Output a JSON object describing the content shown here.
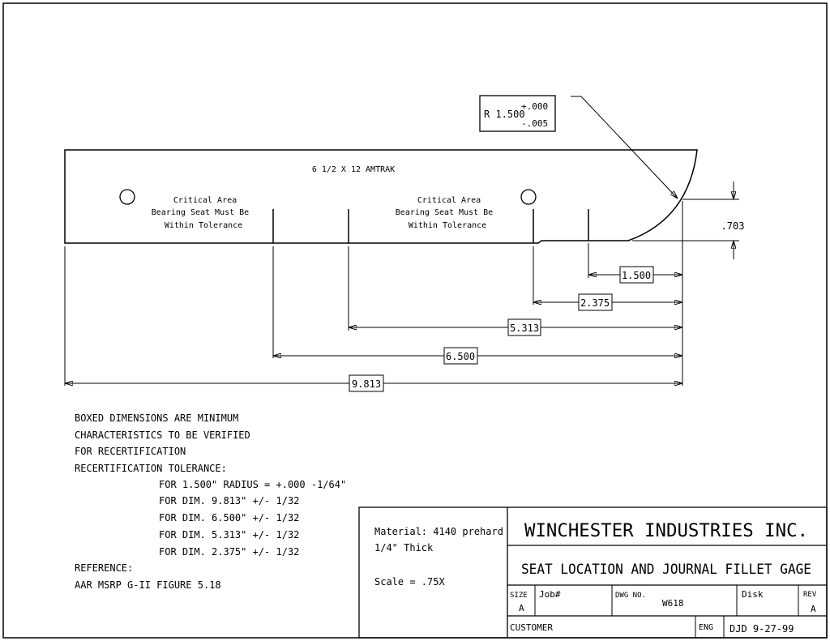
{
  "part": {
    "label": "6 1/2 X 12  AMTRAK",
    "radius_callout": {
      "base": "R 1.500",
      "plus": "+.000",
      "minus": "-.005"
    },
    "critical_area_left": [
      "Critical Area",
      "Bearing Seat Must Be",
      "Within Tolerance"
    ],
    "critical_area_right": [
      "Critical Area",
      "Bearing Seat Must Be",
      "Within Tolerance"
    ],
    "height_dim": ".703"
  },
  "dimensions": [
    "1.500",
    "2.375",
    "5.313",
    "6.500",
    "9.813"
  ],
  "notes": {
    "lines": [
      "BOXED DIMENSIONS ARE MINIMUM",
      "CHARACTERISTICS TO BE VERIFIED",
      "FOR RECERTIFICATION",
      "RECERTIFICATION TOLERANCE:"
    ],
    "tolerances": [
      "FOR 1.500\" RADIUS = +.000 -1/64\"",
      "FOR DIM. 9.813\"  +/- 1/32",
      "FOR DIM. 6.500\"  +/- 1/32",
      "FOR DIM. 5.313\"  +/- 1/32",
      "FOR DIM. 2.375\"  +/- 1/32"
    ],
    "reference_label": "REFERENCE:",
    "reference": "AAR  MSRP G-II FIGURE 5.18"
  },
  "title_block": {
    "material": "Material: 4140 prehard",
    "thickness": "1/4\" Thick",
    "scale": "Scale = .75X",
    "company": "WINCHESTER INDUSTRIES INC.",
    "title": "SEAT LOCATION AND JOURNAL FILLET GAGE",
    "size_label": "SIZE",
    "size_value": "A",
    "job_label": "Job#",
    "dwg_label": "DWG NO.",
    "dwg_value": "W618",
    "disk_label": "Disk",
    "rev_label": "REV",
    "rev_value": "A",
    "customer_label": "CUSTOMER",
    "eng_label": "ENG",
    "eng_value": "DJD 9-27-99"
  }
}
